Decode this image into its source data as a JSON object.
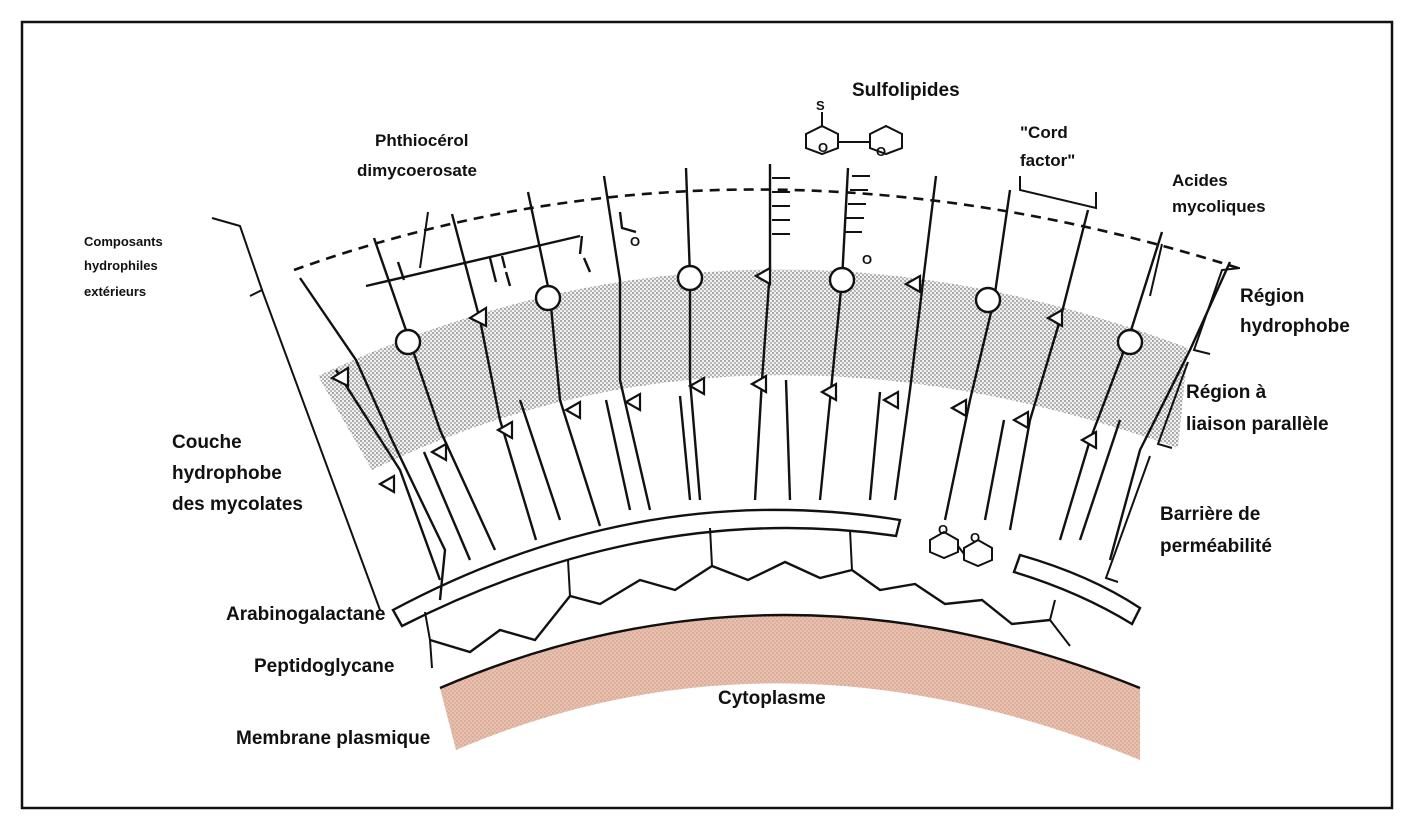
{
  "labels": {
    "sulfolipides": "Sulfolipides",
    "sulfur": "S",
    "phthiocerol_1": "Phthiocérol",
    "phthiocerol_2": "dimycoerosate",
    "cord_factor_1": "\"Cord",
    "cord_factor_2": "factor\"",
    "acides_1": "Acides",
    "acides_2": "mycoliques",
    "composants_1": "Composants",
    "composants_2": "hydrophiles",
    "composants_3": "extérieurs",
    "region_hydrophobe_1": "Région",
    "region_hydrophobe_2": "hydrophobe",
    "region_liaison_1": "Région à",
    "region_liaison_2": "liaison parallèle",
    "couche_1": "Couche",
    "couche_2": "hydrophobe",
    "couche_3": "des mycolates",
    "barriere_1": "Barrière de",
    "barriere_2": "perméabilité",
    "arabinogalactane": "Arabinogalactane",
    "peptidoglycane": "Peptidoglycane",
    "membrane": "Membrane plasmique",
    "cytoplasme": "Cytoplasme",
    "oxygen": "O"
  },
  "colors": {
    "ink": "#111111",
    "stipple": "#9a9a9a",
    "cytoplasm": "#e5b8a6",
    "frame": "#111111"
  }
}
